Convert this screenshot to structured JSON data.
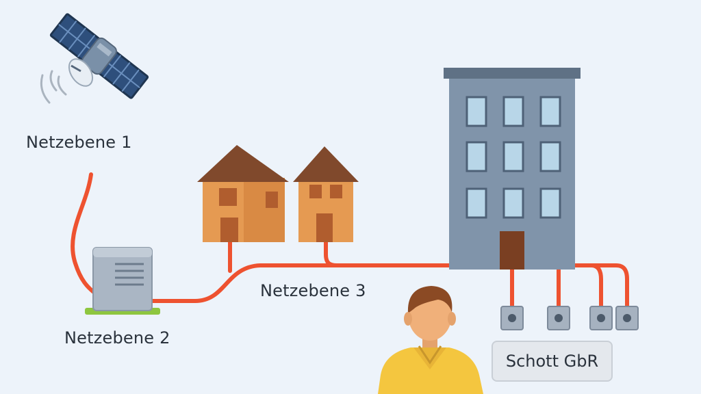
{
  "diagram": {
    "levels": [
      {
        "id": "level-1",
        "label": "Netzebene 1",
        "element": "satellite"
      },
      {
        "id": "level-2",
        "label": "Netzebene 2",
        "element": "distribution-cabinet"
      },
      {
        "id": "level-3",
        "label": "Netzebene 3",
        "element": "cable-network"
      }
    ],
    "customer": {
      "name": "Schott GbR",
      "element": "person"
    },
    "colors": {
      "background": "#edf3fa",
      "cable": "#ee5230",
      "house_wall": "#e59a52",
      "house_roof": "#80492c",
      "building": "#8094aa",
      "window": "#b8d6e8",
      "door": "#7a3f22",
      "cabinet": "#aab6c4",
      "cabinet_base": "#8ec63f",
      "person_shirt": "#f4c63f",
      "person_skin": "#f0b07a",
      "person_hair": "#8b4a24",
      "label_text": "#2a323c"
    }
  }
}
